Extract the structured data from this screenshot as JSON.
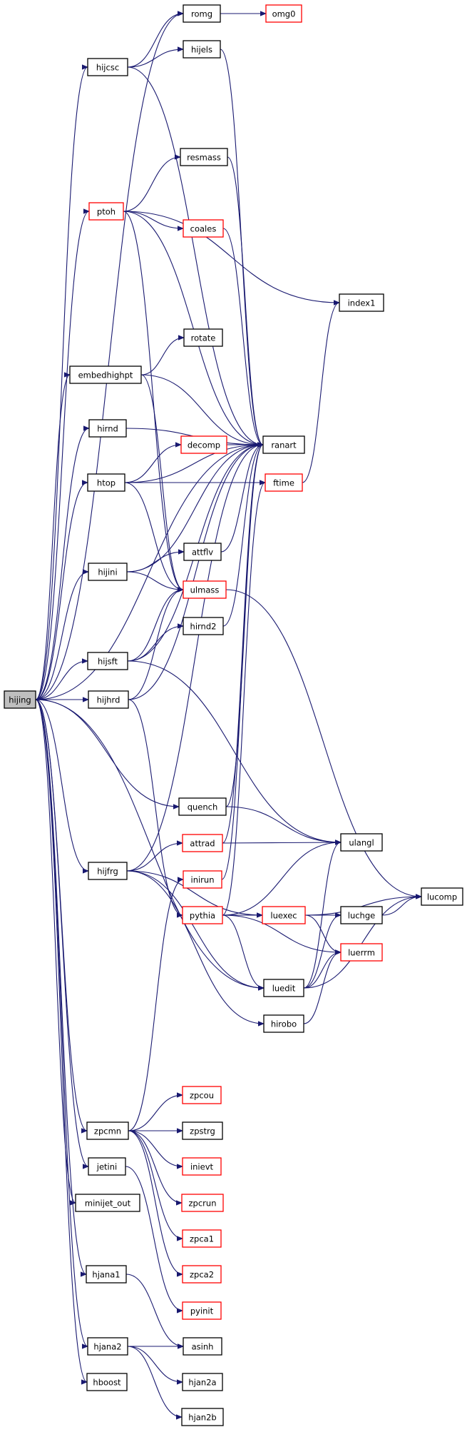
{
  "colors": {
    "edge": "#191970",
    "border_normal": "#000000",
    "border_truncated": "#ff0000",
    "root_fill": "#bfbfbf"
  },
  "nodes": [
    {
      "id": "hijing",
      "label": "hijing",
      "kind": "root"
    },
    {
      "id": "romg",
      "label": "romg",
      "kind": "normal"
    },
    {
      "id": "omg0",
      "label": "omg0",
      "kind": "truncated"
    },
    {
      "id": "hijcsc",
      "label": "hijcsc",
      "kind": "normal"
    },
    {
      "id": "hijels",
      "label": "hijels",
      "kind": "normal"
    },
    {
      "id": "resmass",
      "label": "resmass",
      "kind": "normal"
    },
    {
      "id": "ptoh",
      "label": "ptoh",
      "kind": "truncated"
    },
    {
      "id": "coales",
      "label": "coales",
      "kind": "truncated"
    },
    {
      "id": "index1",
      "label": "index1",
      "kind": "normal"
    },
    {
      "id": "rotate",
      "label": "rotate",
      "kind": "normal"
    },
    {
      "id": "embedhighpt",
      "label": "embedhighpt",
      "kind": "normal"
    },
    {
      "id": "hirnd",
      "label": "hirnd",
      "kind": "normal"
    },
    {
      "id": "decomp",
      "label": "decomp",
      "kind": "truncated"
    },
    {
      "id": "ranart",
      "label": "ranart",
      "kind": "normal"
    },
    {
      "id": "htop",
      "label": "htop",
      "kind": "normal"
    },
    {
      "id": "ftime",
      "label": "ftime",
      "kind": "truncated"
    },
    {
      "id": "attflv",
      "label": "attflv",
      "kind": "normal"
    },
    {
      "id": "hijini",
      "label": "hijini",
      "kind": "normal"
    },
    {
      "id": "ulmass",
      "label": "ulmass",
      "kind": "truncated"
    },
    {
      "id": "hirnd2",
      "label": "hirnd2",
      "kind": "normal"
    },
    {
      "id": "hijsft",
      "label": "hijsft",
      "kind": "normal"
    },
    {
      "id": "hijhrd",
      "label": "hijhrd",
      "kind": "normal"
    },
    {
      "id": "quench",
      "label": "quench",
      "kind": "normal"
    },
    {
      "id": "attrad",
      "label": "attrad",
      "kind": "truncated"
    },
    {
      "id": "ulangl",
      "label": "ulangl",
      "kind": "normal"
    },
    {
      "id": "hijfrg",
      "label": "hijfrg",
      "kind": "normal"
    },
    {
      "id": "inirun",
      "label": "inirun",
      "kind": "truncated"
    },
    {
      "id": "lucomp",
      "label": "lucomp",
      "kind": "normal"
    },
    {
      "id": "pythia",
      "label": "pythia",
      "kind": "truncated"
    },
    {
      "id": "luexec",
      "label": "luexec",
      "kind": "truncated"
    },
    {
      "id": "luchge",
      "label": "luchge",
      "kind": "normal"
    },
    {
      "id": "luerrm",
      "label": "luerrm",
      "kind": "truncated"
    },
    {
      "id": "luedit",
      "label": "luedit",
      "kind": "normal"
    },
    {
      "id": "hirobo",
      "label": "hirobo",
      "kind": "normal"
    },
    {
      "id": "zpcou",
      "label": "zpcou",
      "kind": "truncated"
    },
    {
      "id": "zpcmn",
      "label": "zpcmn",
      "kind": "normal"
    },
    {
      "id": "zpstrg",
      "label": "zpstrg",
      "kind": "normal"
    },
    {
      "id": "jetini",
      "label": "jetini",
      "kind": "normal"
    },
    {
      "id": "inievt",
      "label": "inievt",
      "kind": "truncated"
    },
    {
      "id": "minijet_out",
      "label": "minijet_out",
      "kind": "normal"
    },
    {
      "id": "zpcrun",
      "label": "zpcrun",
      "kind": "truncated"
    },
    {
      "id": "zpca1",
      "label": "zpca1",
      "kind": "truncated"
    },
    {
      "id": "hjana1",
      "label": "hjana1",
      "kind": "normal"
    },
    {
      "id": "zpca2",
      "label": "zpca2",
      "kind": "truncated"
    },
    {
      "id": "pyinit",
      "label": "pyinit",
      "kind": "truncated"
    },
    {
      "id": "hjana2",
      "label": "hjana2",
      "kind": "normal"
    },
    {
      "id": "asinh",
      "label": "asinh",
      "kind": "normal"
    },
    {
      "id": "hjan2a",
      "label": "hjan2a",
      "kind": "normal"
    },
    {
      "id": "hboost",
      "label": "hboost",
      "kind": "normal"
    },
    {
      "id": "hjan2b",
      "label": "hjan2b",
      "kind": "normal"
    }
  ],
  "edges": [
    [
      "hijing",
      "romg"
    ],
    [
      "hijing",
      "hijcsc"
    ],
    [
      "hijing",
      "ptoh"
    ],
    [
      "hijing",
      "ranart"
    ],
    [
      "hijing",
      "embedhighpt"
    ],
    [
      "hijing",
      "hirnd"
    ],
    [
      "hijing",
      "htop"
    ],
    [
      "hijing",
      "hijini"
    ],
    [
      "hijing",
      "hijsft"
    ],
    [
      "hijing",
      "hijhrd"
    ],
    [
      "hijing",
      "quench"
    ],
    [
      "hijing",
      "hijfrg"
    ],
    [
      "hijing",
      "luedit"
    ],
    [
      "hijing",
      "zpcmn"
    ],
    [
      "hijing",
      "jetini"
    ],
    [
      "hijing",
      "minijet_out"
    ],
    [
      "hijing",
      "hjana1"
    ],
    [
      "hijing",
      "hjana2"
    ],
    [
      "hijing",
      "hboost"
    ],
    [
      "romg",
      "omg0"
    ],
    [
      "hijcsc",
      "romg"
    ],
    [
      "hijcsc",
      "hijels"
    ],
    [
      "hijcsc",
      "ranart"
    ],
    [
      "hijels",
      "ranart"
    ],
    [
      "ptoh",
      "resmass"
    ],
    [
      "ptoh",
      "coales"
    ],
    [
      "ptoh",
      "ranart"
    ],
    [
      "ptoh",
      "index1"
    ],
    [
      "ptoh",
      "ulmass"
    ],
    [
      "resmass",
      "ranart"
    ],
    [
      "coales",
      "ranart"
    ],
    [
      "embedhighpt",
      "rotate"
    ],
    [
      "embedhighpt",
      "ranart"
    ],
    [
      "embedhighpt",
      "ulmass"
    ],
    [
      "hirnd",
      "ranart"
    ],
    [
      "htop",
      "decomp"
    ],
    [
      "htop",
      "ranart"
    ],
    [
      "htop",
      "ftime"
    ],
    [
      "htop",
      "ulmass"
    ],
    [
      "decomp",
      "ranart"
    ],
    [
      "ftime",
      "index1"
    ],
    [
      "hijini",
      "attflv"
    ],
    [
      "hijini",
      "ranart"
    ],
    [
      "hijini",
      "ulmass"
    ],
    [
      "attflv",
      "ranart"
    ],
    [
      "hijsft",
      "ulmass"
    ],
    [
      "hijsft",
      "hirnd2"
    ],
    [
      "hijsft",
      "ranart"
    ],
    [
      "hijsft",
      "ulangl"
    ],
    [
      "hirnd2",
      "ranart"
    ],
    [
      "hijhrd",
      "ulmass"
    ],
    [
      "hijhrd",
      "ranart"
    ],
    [
      "hijhrd",
      "pythia"
    ],
    [
      "ulmass",
      "lucomp"
    ],
    [
      "quench",
      "ranart"
    ],
    [
      "quench",
      "ulangl"
    ],
    [
      "hijfrg",
      "attrad"
    ],
    [
      "hijfrg",
      "ranart"
    ],
    [
      "hijfrg",
      "luexec"
    ],
    [
      "hijfrg",
      "luedit"
    ],
    [
      "hijfrg",
      "hirobo"
    ],
    [
      "attrad",
      "ranart"
    ],
    [
      "attrad",
      "ulangl"
    ],
    [
      "inirun",
      "ranart"
    ],
    [
      "pythia",
      "ulangl"
    ],
    [
      "pythia",
      "ftime"
    ],
    [
      "pythia",
      "luexec"
    ],
    [
      "pythia",
      "luerrm"
    ],
    [
      "pythia",
      "luedit"
    ],
    [
      "luexec",
      "lucomp"
    ],
    [
      "luexec",
      "luchge"
    ],
    [
      "luexec",
      "luerrm"
    ],
    [
      "luchge",
      "lucomp"
    ],
    [
      "luedit",
      "ulangl"
    ],
    [
      "luedit",
      "luchge"
    ],
    [
      "luedit",
      "luerrm"
    ],
    [
      "luedit",
      "lucomp"
    ],
    [
      "hirobo",
      "luerrm"
    ],
    [
      "zpcmn",
      "inirun"
    ],
    [
      "zpcmn",
      "zpcou"
    ],
    [
      "zpcmn",
      "zpstrg"
    ],
    [
      "zpcmn",
      "inievt"
    ],
    [
      "zpcmn",
      "zpcrun"
    ],
    [
      "zpcmn",
      "zpca1"
    ],
    [
      "zpcmn",
      "zpca2"
    ],
    [
      "jetini",
      "pyinit"
    ],
    [
      "hjana1",
      "asinh"
    ],
    [
      "hjana2",
      "asinh"
    ],
    [
      "hjana2",
      "hjan2a"
    ],
    [
      "hjana2",
      "hjan2b"
    ]
  ]
}
